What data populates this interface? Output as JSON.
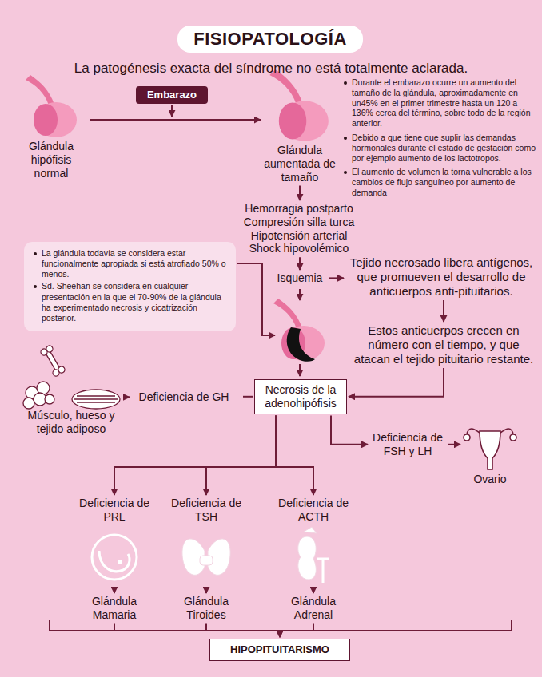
{
  "diagram": {
    "title": "FISIOPATOLOGÍA",
    "nodes": [
      {
        "text": [
          "Glándula hipófisis normal"
        ]
      },
      {
        "text": [
          "Embarazo"
        ]
      },
      {
        "text": [
          "Glándula aumentada de tamaño"
        ]
      },
      {
        "text": [
          "Hemorragia postparto",
          "Compresión silla turca",
          "Hipotensión arterial",
          "Shock hipovolémico"
        ]
      },
      {
        "text": [
          "Isquemia"
        ]
      },
      {
        "text": [
          "La glándula todavía se considera estar funcionalmente apropiada si está atrofiado 50% o menos.",
          "Sd. Sheehan se considera en cualquier presentación en la que el 70-90% de la glándula ha experimentado necrosis y cicatrización posterior."
        ]
      },
      {
        "text": [
          "Tejido necrosado libera antígenos, que promueven el desarrollo de anticuerpos anti-pituitarios."
        ]
      },
      {
        "text": [
          "Estos anticuerpos crecen en número con el tiempo, y que atacan el tejido pituitario restante."
        ]
      },
      {
        "text": [
          "Necrosis de la adenohipófisis"
        ]
      },
      {
        "text": [
          "Deficiencia de GH"
        ]
      },
      {
        "text": [
          "Músculo, hueso y tejido adiposo"
        ]
      },
      {
        "text": [
          "Deficiencia de FSH y LH"
        ]
      },
      {
        "text": [
          "Ovario"
        ]
      },
      {
        "text": [
          "Deficiencia de PRL"
        ]
      },
      {
        "text": [
          "Deficiencia de TSH"
        ]
      },
      {
        "text": [
          "Deficiencia de ACTH"
        ]
      },
      {
        "text": [
          "Glándula Mamaria"
        ]
      },
      {
        "text": [
          "Glándula Tiroides"
        ]
      },
      {
        "text": [
          "Glándula Adrenal"
        ]
      },
      {
        "text": [
          "HIPOPITUITARISMO"
        ]
      }
    ],
    "edges": [
      {
        "from": 0,
        "to": 2,
        "arrow": "to"
      },
      {
        "from": 2,
        "to": 3,
        "arrow": "to"
      },
      {
        "from": 3,
        "to": 4,
        "arrow": "to"
      },
      {
        "from": 4,
        "to": 6,
        "arrow": "to"
      },
      {
        "from": 6,
        "to": 7,
        "arrow": "to"
      },
      {
        "from": 7,
        "to": 8,
        "arrow": "to"
      },
      {
        "from": 8,
        "to": 9,
        "arrow": "none"
      },
      {
        "from": 9,
        "to": 10,
        "arrow": "to"
      },
      {
        "from": 8,
        "to": 11,
        "arrow": "to"
      },
      {
        "from": 11,
        "to": 12,
        "arrow": "to"
      },
      {
        "from": 8,
        "to": 13,
        "arrow": "to"
      },
      {
        "from": 8,
        "to": 14,
        "arrow": "to"
      },
      {
        "from": 8,
        "to": 15,
        "arrow": "to"
      },
      {
        "from": 13,
        "to": 16,
        "arrow": "to"
      },
      {
        "from": 14,
        "to": 17,
        "arrow": "to"
      },
      {
        "from": 15,
        "to": 18,
        "arrow": "to"
      },
      {
        "from": 16,
        "to": 19,
        "arrow": "to"
      },
      {
        "from": 17,
        "to": 19,
        "arrow": "to"
      },
      {
        "from": 18,
        "to": 19,
        "arrow": "to"
      }
    ],
    "labels": [
      "La patogénesis exacta del síndrome no está totalmente aclarada.",
      "Durante el embarazo ocurre un aumento del tamaño de la glándula, aproximadamente en un45% en el primer trimestre hasta un 120 a 136% cerca del término, sobre todo de la región anterior.",
      "Debido a que tiene que suplir las demandas hormonales durante el estado de gestación como por ejemplo aumento de los lactotropos.",
      "El aumento de volumen la torna vulnerable a los cambios de flujo sanguíneo por aumento de demanda"
    ]
  }
}
